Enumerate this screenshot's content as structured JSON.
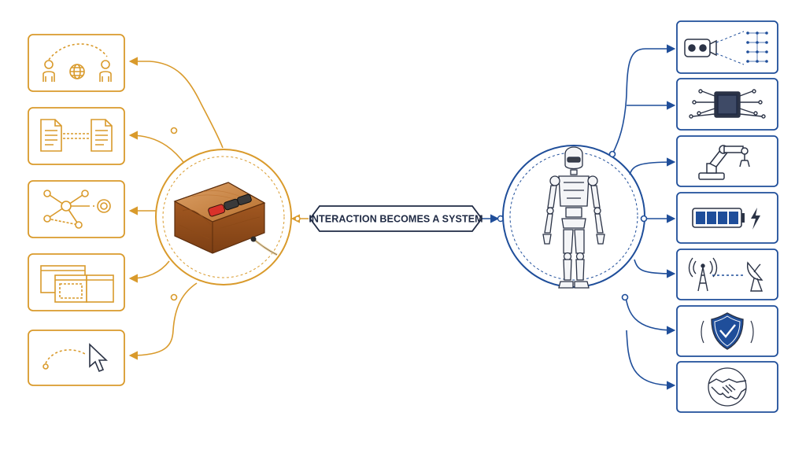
{
  "banner": {
    "label": "INTERACTION BECOMES A SYSTEM"
  },
  "colors": {
    "left_accent": "#d99a2b",
    "right_accent": "#1f4e9a",
    "ink": "#2b3346",
    "wood": "#b86a2a",
    "red_key": "#d9322a",
    "dark_key": "#3a3a3a"
  },
  "hubs": {
    "left": {
      "name": "wooden-mouse",
      "icon": "wooden-mouse-icon"
    },
    "right": {
      "name": "humanoid-robot",
      "icon": "humanoid-robot-icon"
    }
  },
  "left_panels": [
    {
      "name": "people-network-card",
      "icon": "people-globe-icon"
    },
    {
      "name": "document-link-card",
      "icon": "documents-link-icon"
    },
    {
      "name": "node-graph-card",
      "icon": "node-graph-icon"
    },
    {
      "name": "windows-card",
      "icon": "stacked-windows-icon"
    },
    {
      "name": "pointer-card",
      "icon": "cursor-arrow-icon"
    }
  ],
  "right_panels": [
    {
      "name": "camera-vision-card",
      "icon": "camera-vision-icon"
    },
    {
      "name": "chip-card",
      "icon": "processor-chip-icon"
    },
    {
      "name": "robot-arm-card",
      "icon": "robot-arm-icon"
    },
    {
      "name": "battery-card",
      "icon": "battery-charging-icon"
    },
    {
      "name": "signal-card",
      "icon": "antenna-dish-icon"
    },
    {
      "name": "shield-card",
      "icon": "shield-check-icon"
    },
    {
      "name": "handshake-card",
      "icon": "handshake-icon"
    }
  ]
}
